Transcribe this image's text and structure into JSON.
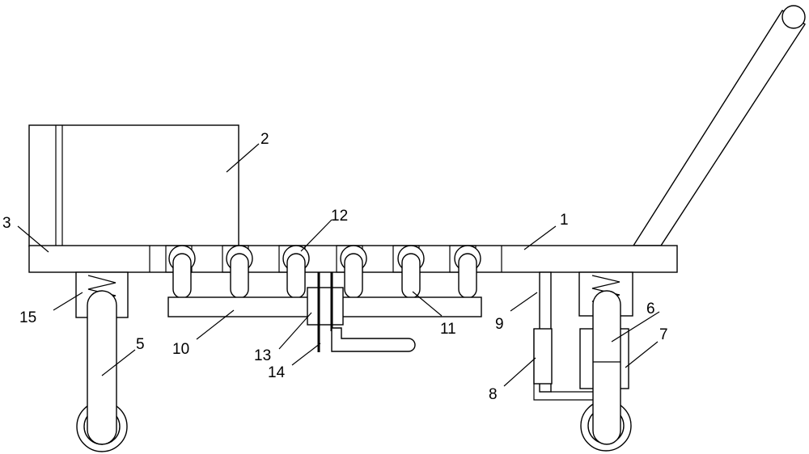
{
  "labels": {
    "l1": "1",
    "l2": "2",
    "l3": "3",
    "l5": "5",
    "l6": "6",
    "l7": "7",
    "l8": "8",
    "l9": "9",
    "l10": "10",
    "l11": "11",
    "l12": "12",
    "l13": "13",
    "l14": "14",
    "l15": "15"
  },
  "colors": {
    "stroke": "#000000",
    "background": "#ffffff"
  }
}
